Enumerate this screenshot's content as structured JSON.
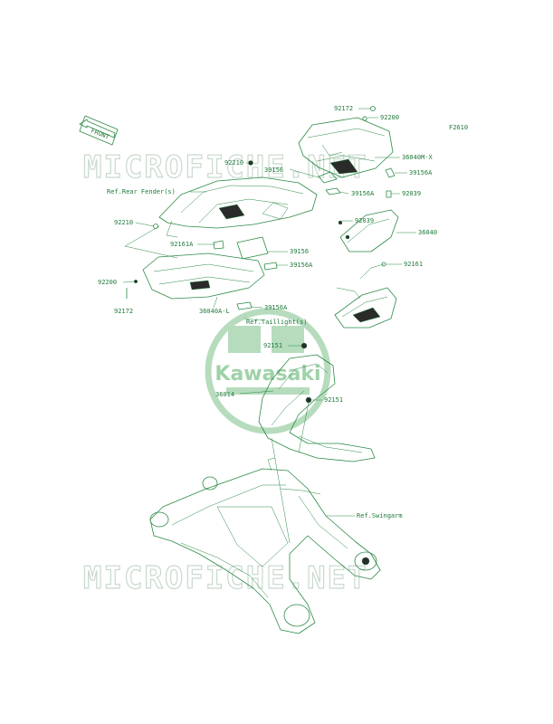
{
  "figure_code": "F2610",
  "front_arrow": "FRONT",
  "watermark": "MICROFICHE.NET",
  "logo_text": "Kawasaki",
  "labels": {
    "p92172_top": "92172",
    "p92200_top": "92200",
    "p36040M_X": "36040M-X",
    "p92210_a": "92210",
    "p39156_a": "39156",
    "p39156A_a": "39156A",
    "ref_rear_fender": "Ref.Rear Fender(s)",
    "p39156A_b": "39156A",
    "p92039_a": "92039",
    "p92210_b": "92210",
    "p92039_b": "92039",
    "p36040": "36040",
    "p92161A": "92161A",
    "p39156_b": "39156",
    "p39156A_c": "39156A",
    "p92161": "92161",
    "p92200_b": "92200",
    "p92172_b": "92172",
    "p36040A_L": "36040A-L",
    "p39156A_d": "39156A",
    "ref_taillight": "Ref.Taillight(s)",
    "p92151_a": "92151",
    "p36014": "36014",
    "p92151_b": "92151",
    "ref_swingarm": "Ref.Swingarm"
  },
  "colors": {
    "line": "#2a8a45",
    "text": "#1f7a3a",
    "watermark": "#c9d9cd",
    "logo": "#9fd2a8"
  }
}
